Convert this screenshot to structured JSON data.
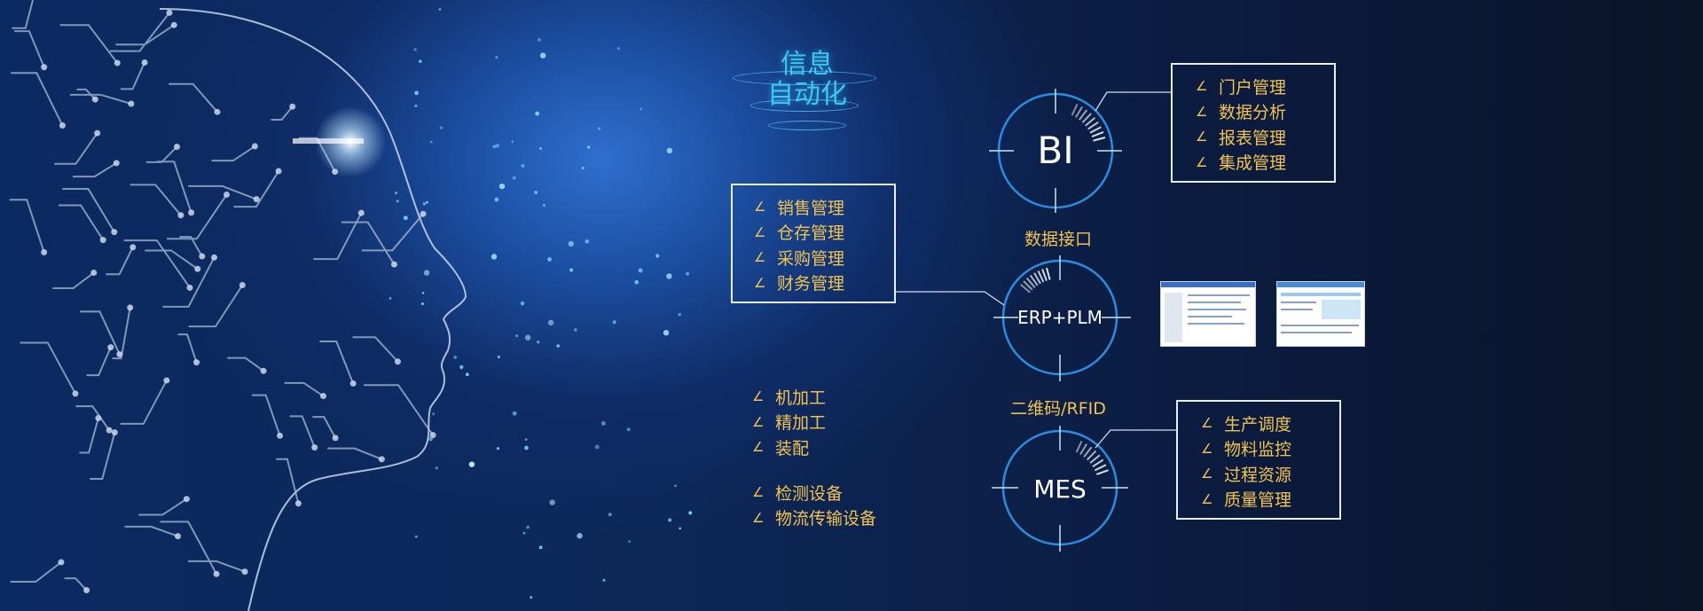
{
  "title": {
    "line1": "信息",
    "line2": "自动化"
  },
  "bullet_glyph": "∠",
  "nodes": {
    "bi": {
      "label": "BI"
    },
    "erp": {
      "label": "ERP+PLM"
    },
    "mes": {
      "label": "MES"
    }
  },
  "interfaces": {
    "data_interface": "数据接口",
    "barcode": "二维码/RFID"
  },
  "lists": {
    "bi_box": [
      "门户管理",
      "数据分析",
      "报表管理",
      "集成管理"
    ],
    "erp_box": [
      "销售管理",
      "仓存管理",
      "采购管理",
      "财务管理"
    ],
    "mes_box": [
      "生产调度",
      "物料监控",
      "过程资源",
      "质量管理"
    ],
    "process": [
      "机加工",
      "精加工",
      "装配"
    ],
    "equipment": [
      "检测设备",
      "物流传输设备"
    ]
  },
  "colors": {
    "accent_text": "#f2c24f",
    "title_cyan": "#38c8f0",
    "ring_blue": "#2a8ee0",
    "box_border": "#e8eef8"
  }
}
